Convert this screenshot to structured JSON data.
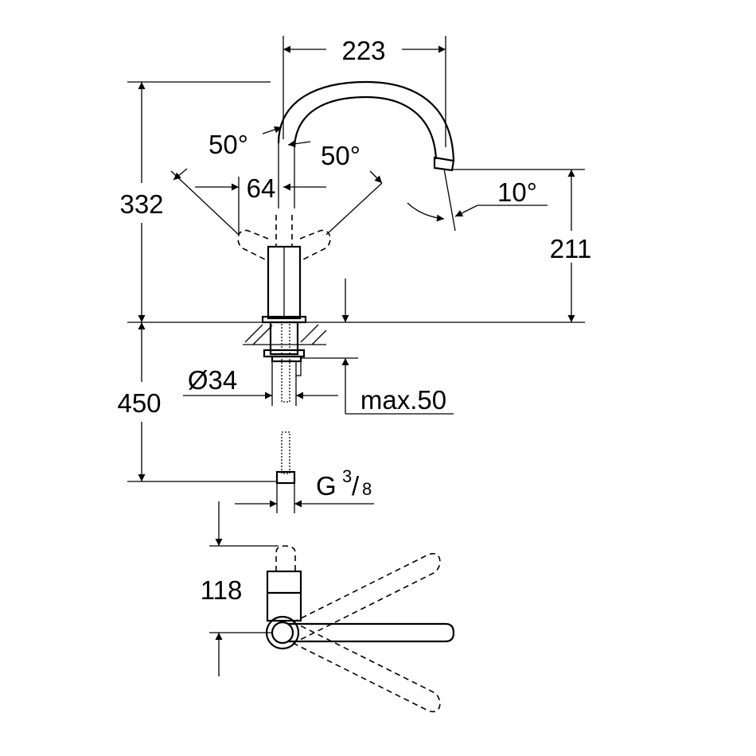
{
  "dimensions": {
    "spout_reach": "223",
    "total_height": "332",
    "swivel_left": "50°",
    "swivel_right": "50°",
    "lever_offset": "64",
    "spout_angle": "10°",
    "outlet_height": "211",
    "hose_length": "450",
    "hole_diameter": "Ø34",
    "max_thickness": "max.50",
    "connection_g": "G",
    "connection_num": "3",
    "connection_den": "8",
    "top_view_depth": "118"
  }
}
